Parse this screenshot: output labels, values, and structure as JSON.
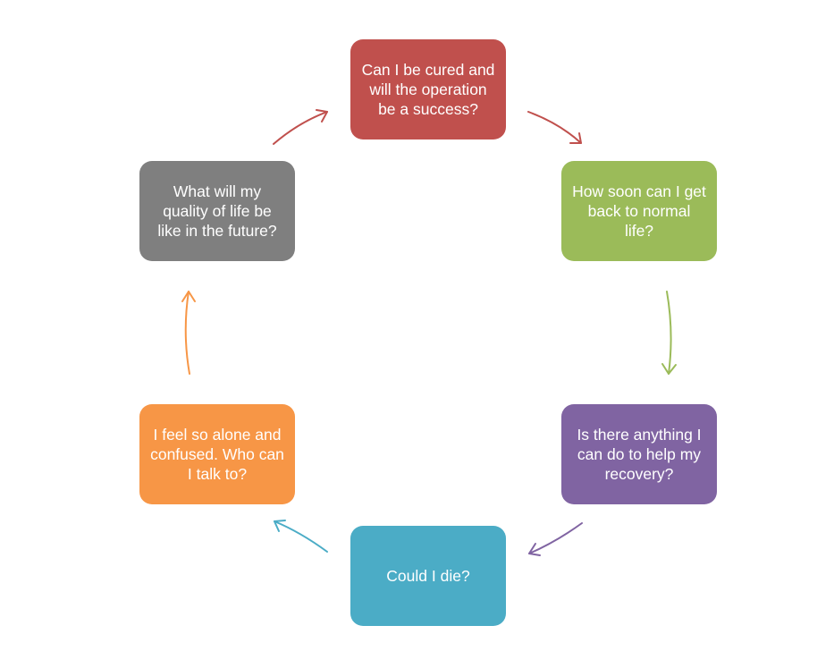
{
  "nodes": [
    {
      "id": "top",
      "text": "Can I be cured and will the operation be a success?",
      "color": "#c0504d"
    },
    {
      "id": "upper-right",
      "text": "How soon can I get back to normal life?",
      "color": "#9bbb59"
    },
    {
      "id": "lower-right",
      "text": "Is there anything I can do to help my recovery?",
      "color": "#8064a2"
    },
    {
      "id": "bottom",
      "text": "Could I die?",
      "color": "#4bacc6"
    },
    {
      "id": "lower-left",
      "text": "I feel so alone and confused. Who can I talk to?",
      "color": "#f79646"
    },
    {
      "id": "upper-left",
      "text": "What will my quality of life be like in the future?",
      "color": "#7f7f7f"
    }
  ],
  "arrows": [
    {
      "from": "top",
      "to": "upper-right",
      "color": "#c0504d"
    },
    {
      "from": "upper-right",
      "to": "lower-right",
      "color": "#9bbb59"
    },
    {
      "from": "lower-right",
      "to": "bottom",
      "color": "#8064a2"
    },
    {
      "from": "bottom",
      "to": "lower-left",
      "color": "#4bacc6"
    },
    {
      "from": "lower-left",
      "to": "upper-left",
      "color": "#f79646"
    },
    {
      "from": "upper-left",
      "to": "top",
      "color": "#c0504d"
    }
  ]
}
